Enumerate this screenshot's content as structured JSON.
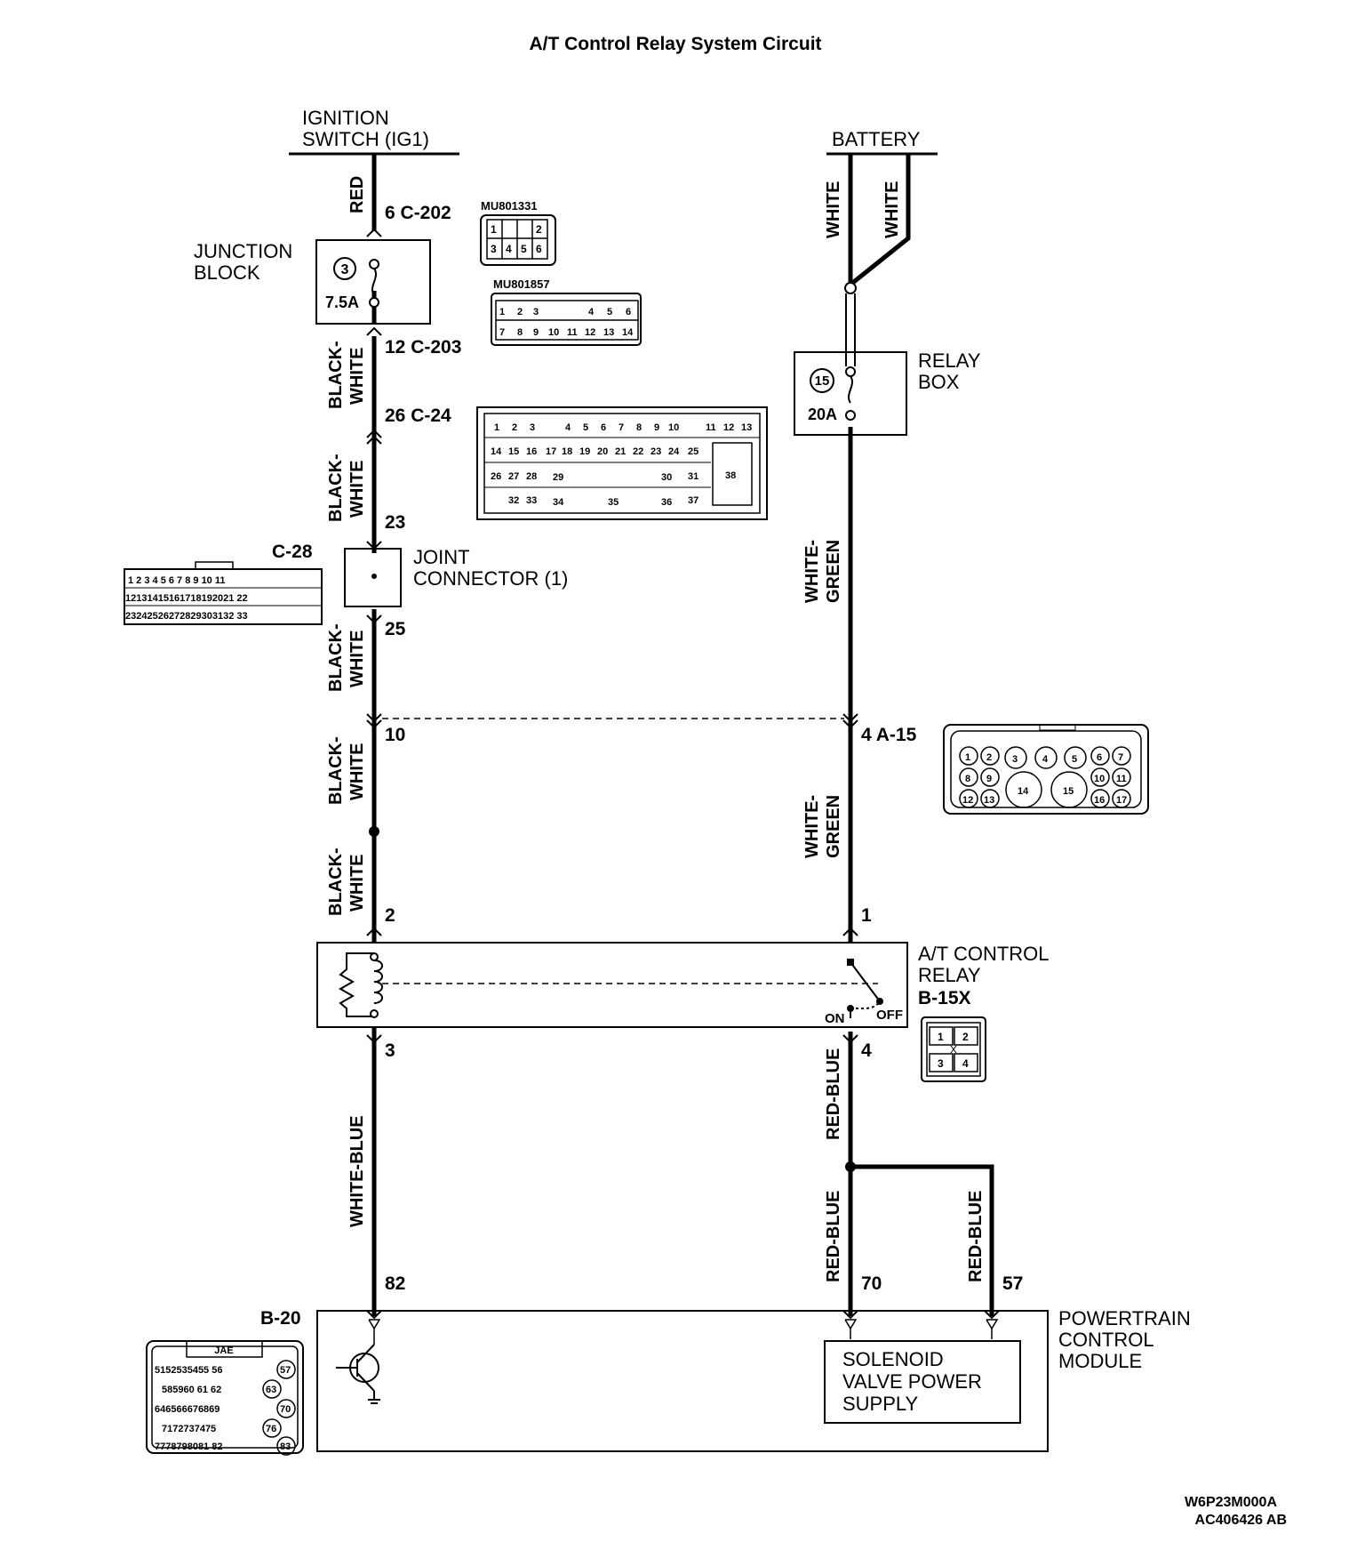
{
  "title": "A/T Control Relay System Circuit",
  "sources": {
    "ignition": "IGNITION SWITCH (IG1)",
    "ignition_line1": "IGNITION",
    "ignition_line2": "SWITCH (IG1)",
    "battery": "BATTERY"
  },
  "wires": {
    "red": "RED",
    "white": "WHITE",
    "black_white_1": "BLACK-",
    "black_white_2": "WHITE",
    "white_green_1": "WHITE-",
    "white_green_2": "GREEN",
    "white_blue": "WHITE-BLUE",
    "red_blue": "RED-BLUE"
  },
  "pins": {
    "c202": "6  C-202",
    "c203": "12  C-203",
    "c24": "26  C-24",
    "p23": "23",
    "p25": "25",
    "p10": "10",
    "a15": "4  A-15",
    "p2": "2",
    "p1": "1",
    "p3": "3",
    "p4": "4",
    "p82": "82",
    "p70": "70",
    "p57": "57"
  },
  "junction_block": {
    "line1": "JUNCTION",
    "line2": "BLOCK",
    "fuse_no": "3",
    "rating": "7.5A"
  },
  "relay_box": {
    "line1": "RELAY",
    "line2": "BOX",
    "fuse_no": "15",
    "rating": "20A"
  },
  "joint_connector": {
    "line1": "JOINT",
    "line2": "CONNECTOR (1)"
  },
  "at_relay": {
    "line1": "A/T CONTROL",
    "line2": "RELAY",
    "line3": "B-15X",
    "on": "ON",
    "off": "OFF"
  },
  "pcm": {
    "line1": "POWERTRAIN",
    "line2": "CONTROL",
    "line3": "MODULE",
    "id": "B-20",
    "sol1": "SOLENOID",
    "sol2": "VALVE POWER",
    "sol3": "SUPPLY"
  },
  "connectors": {
    "mu801331": "MU801331",
    "mu801857": "MU801857",
    "c28": "C-28",
    "jae": "JAE"
  },
  "footer": {
    "code1": "W6P23M000A",
    "code2": "AC406426 AB"
  }
}
